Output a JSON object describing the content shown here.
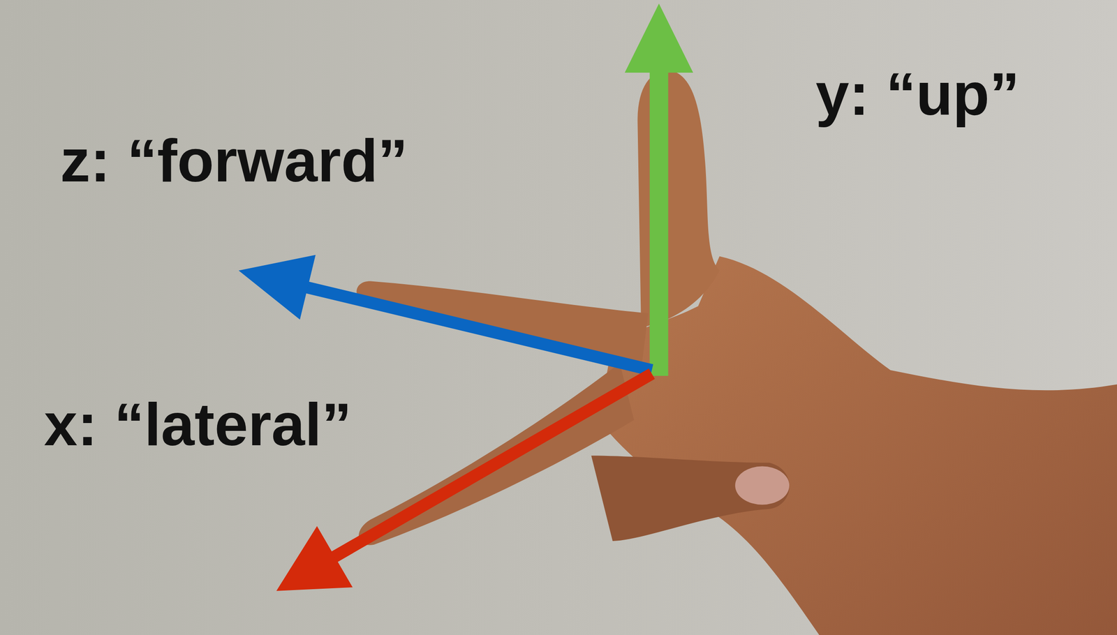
{
  "diagram": {
    "labels": [
      "y: “up”",
      "z: “forward”",
      "x: “lateral”"
    ]
  }
}
